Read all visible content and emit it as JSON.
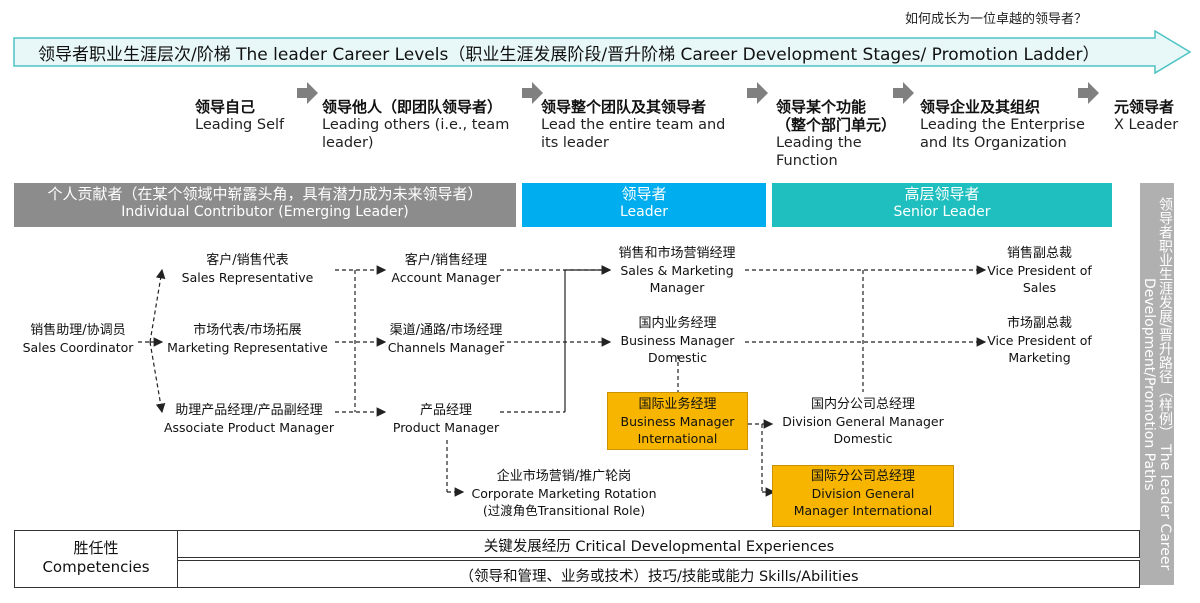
{
  "header": {
    "question": "如何成长为一位卓越的领导者？",
    "arrow_title": "领导者职业生涯层次/阶梯 The leader Career Levels（职业生涯发展阶段/晋升阶梯 Career Development Stages/ Promotion Ladder）"
  },
  "stages": [
    {
      "zh": "领导自己",
      "en": "Leading Self"
    },
    {
      "zh": "领导他人（即团队领导者）",
      "en": "Leading others (i.e., team leader)"
    },
    {
      "zh": "领导整个团队及其领导者",
      "en": "Lead the entire team and its leader"
    },
    {
      "zh": "领导某个功能（整个部门单元）",
      "en": "Leading the Function"
    },
    {
      "zh": "领导企业及其组织",
      "en": "Leading the Enterprise and Its Organization"
    },
    {
      "zh": "元领导者",
      "en": "X Leader"
    }
  ],
  "bands": [
    {
      "zh": "个人贡献者（在某个领域中崭露头角，具有潜力成为未来领导者）",
      "en": "Individual Contributor (Emerging Leader)",
      "color": "#8c8c8c"
    },
    {
      "zh": "领导者",
      "en": "Leader",
      "color": "#00aeef"
    },
    {
      "zh": "高层领导者",
      "en": "Senior Leader",
      "color": "#1fbfbf"
    }
  ],
  "side": {
    "text": "领导者职业生涯发展/晋升路径（样例） The leader Career Development/Promotion Paths"
  },
  "roles": {
    "sales_coordinator": {
      "zh": "销售助理/协调员",
      "en": "Sales Coordinator"
    },
    "sales_rep": {
      "zh": "客户/销售代表",
      "en": "Sales Representative"
    },
    "marketing_rep": {
      "zh": "市场代表/市场拓展",
      "en": "Marketing Representative"
    },
    "assoc_pm": {
      "zh": "助理产品经理/产品副经理",
      "en": "Associate Product Manager"
    },
    "account_mgr": {
      "zh": "客户/销售经理",
      "en": "Account Manager"
    },
    "channels_mgr": {
      "zh": "渠道/通路/市场经理",
      "en": "Channels Manager"
    },
    "product_mgr": {
      "zh": "产品经理",
      "en": "Product Manager"
    },
    "rotation": {
      "zh": "企业市场营销/推广轮岗",
      "en": "Corporate Marketing Rotation",
      "note": "(过渡角色Transitional Role)"
    },
    "sm_mgr": {
      "zh": "销售和市场营销经理",
      "en": "Sales & Marketing Manager"
    },
    "bm_domestic": {
      "zh": "国内业务经理",
      "en": "Business Manager Domestic"
    },
    "bm_intl": {
      "zh": "国际业务经理",
      "en": "Business Manager International"
    },
    "dgm_domestic": {
      "zh": "国内分公司总经理",
      "en": "Division General Manager Domestic"
    },
    "dgm_intl": {
      "zh": "国际分公司总经理",
      "en": "Division General Manager International"
    },
    "vp_sales": {
      "zh": "销售副总裁",
      "en": "Vice President of Sales"
    },
    "vp_marketing": {
      "zh": "市场副总裁",
      "en": "Vice President of Marketing"
    }
  },
  "bottom": {
    "competencies_zh": "胜任性",
    "competencies_en": "Competencies",
    "experiences": "关键发展经历 Critical Developmental Experiences",
    "skills": "（领导和管理、业务或技术）技巧/技能或能力 Skills/Abilities"
  },
  "colors": {
    "arrow_fill": "#e8f8f8",
    "arrow_stroke": "#4ec3c3",
    "highlight": "#f7b500",
    "step_arrow": "#808080"
  }
}
